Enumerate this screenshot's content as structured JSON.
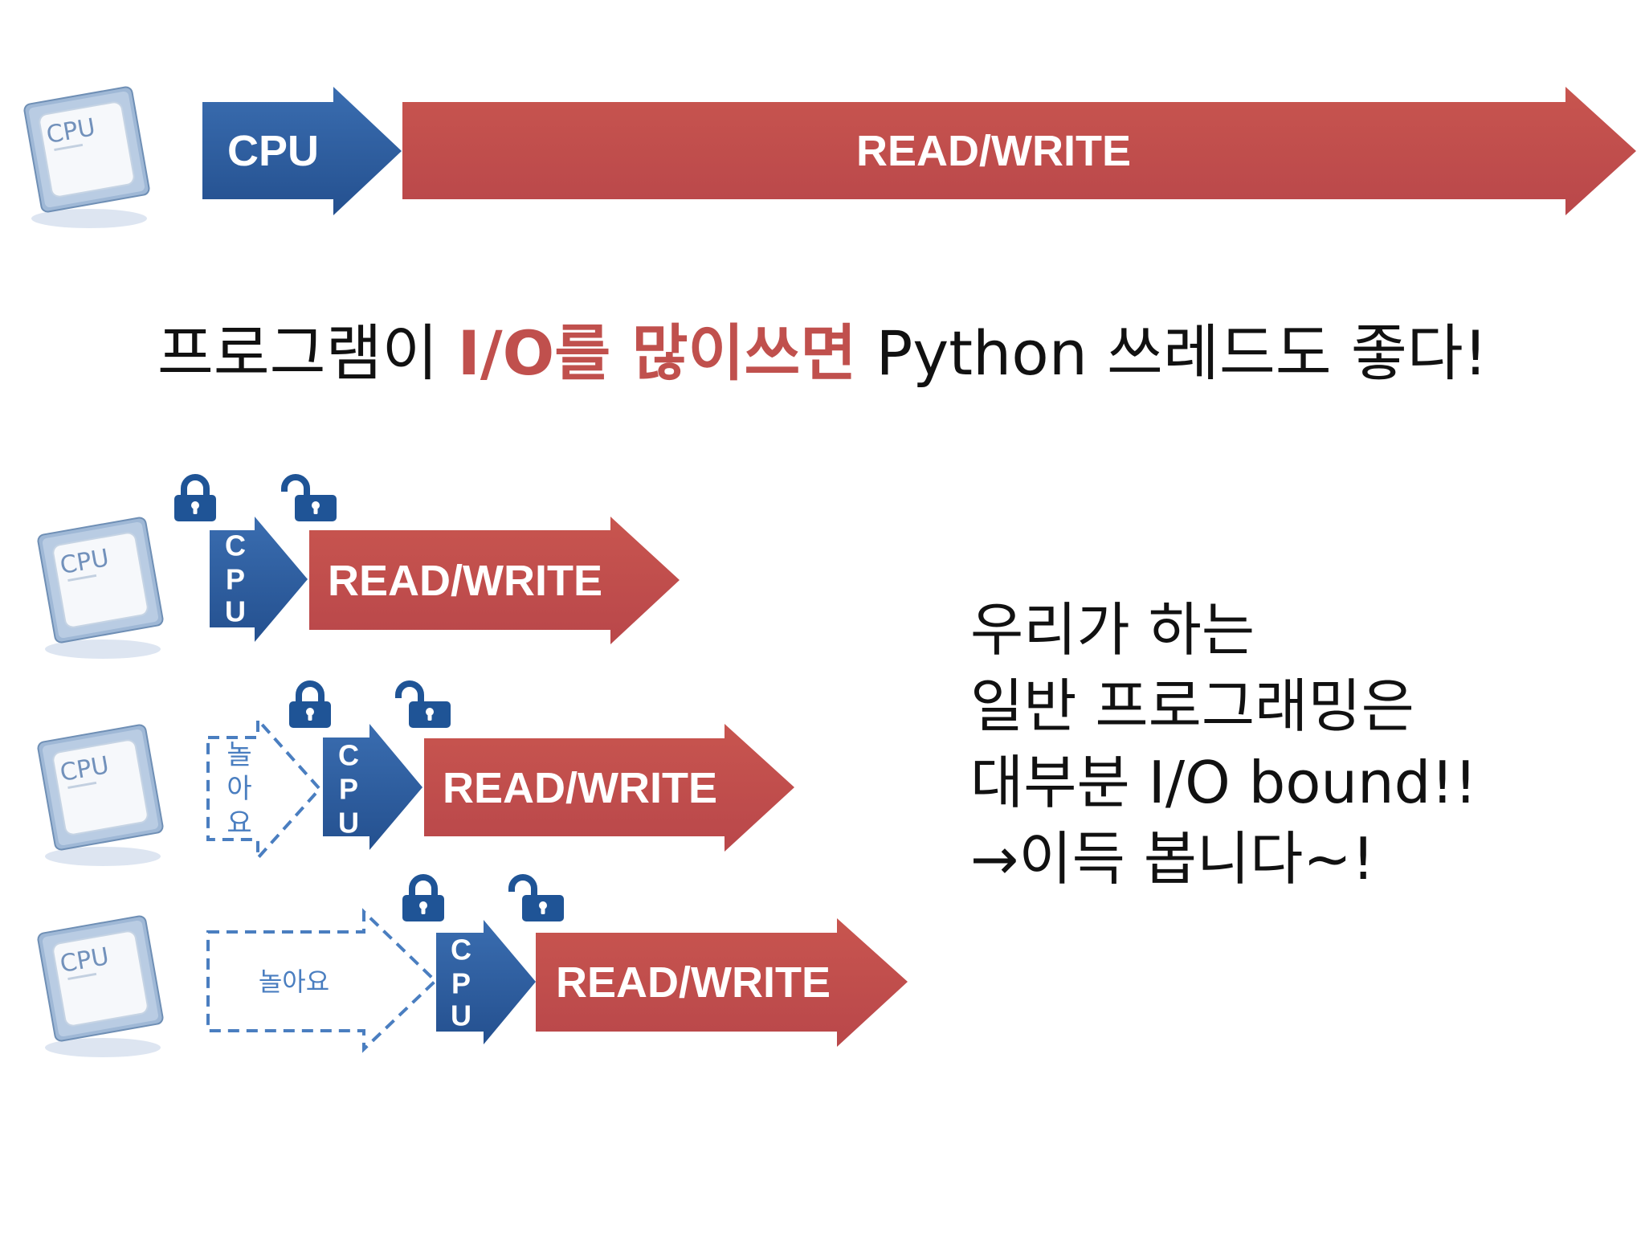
{
  "slide": {
    "top_row": {
      "chip_label": "CPU",
      "cpu_label": "CPU",
      "io_label": "READ/WRITE"
    },
    "headline": {
      "part1": "프로그램이 ",
      "highlight": "I/O를 많이쓰면",
      "part2": " Python 쓰레드도 좋다!"
    },
    "rows": [
      {
        "chip_label": "CPU",
        "cpu_letters": [
          "C",
          "P",
          "U"
        ],
        "io_label": "READ/WRITE"
      },
      {
        "chip_label": "CPU",
        "idle_letters": [
          "놀",
          "아",
          "요"
        ],
        "cpu_letters": [
          "C",
          "P",
          "U"
        ],
        "io_label": "READ/WRITE"
      },
      {
        "chip_label": "CPU",
        "idle_label": "놀아요",
        "cpu_letters": [
          "C",
          "P",
          "U"
        ],
        "io_label": "READ/WRITE"
      }
    ],
    "note": {
      "lines": [
        "우리가 하는",
        "일반 프로그래밍은",
        "대부분 I/O bound!!",
        "→이득 봅니다~!"
      ]
    },
    "icons": {
      "chip": "cpu-chip-icon",
      "locked": "lock-icon",
      "unlocked": "unlock-icon"
    },
    "colors": {
      "cpu_arrow": "#2E5E9E",
      "io_arrow": "#C0504D",
      "highlight": "#C0504D",
      "lock": "#1F5496",
      "idle": "#4A7EC0"
    }
  }
}
